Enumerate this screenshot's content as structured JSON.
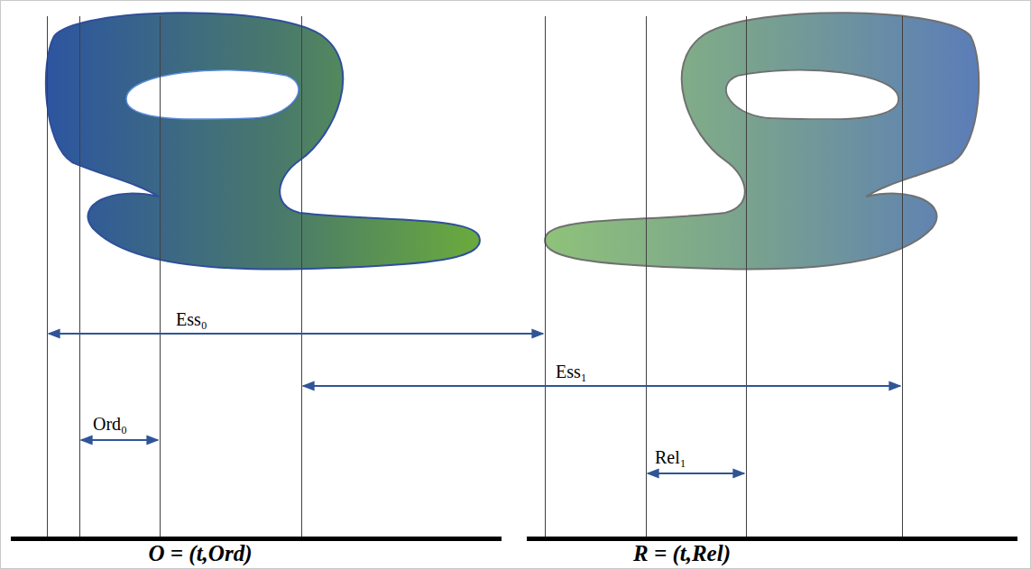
{
  "diagram": {
    "labels": [
      "Ess₀",
      "Ess₁",
      "Ord₀",
      "Rel₁",
      "O = (t,Ord)",
      "R = (t,Rel)"
    ]
  }
}
